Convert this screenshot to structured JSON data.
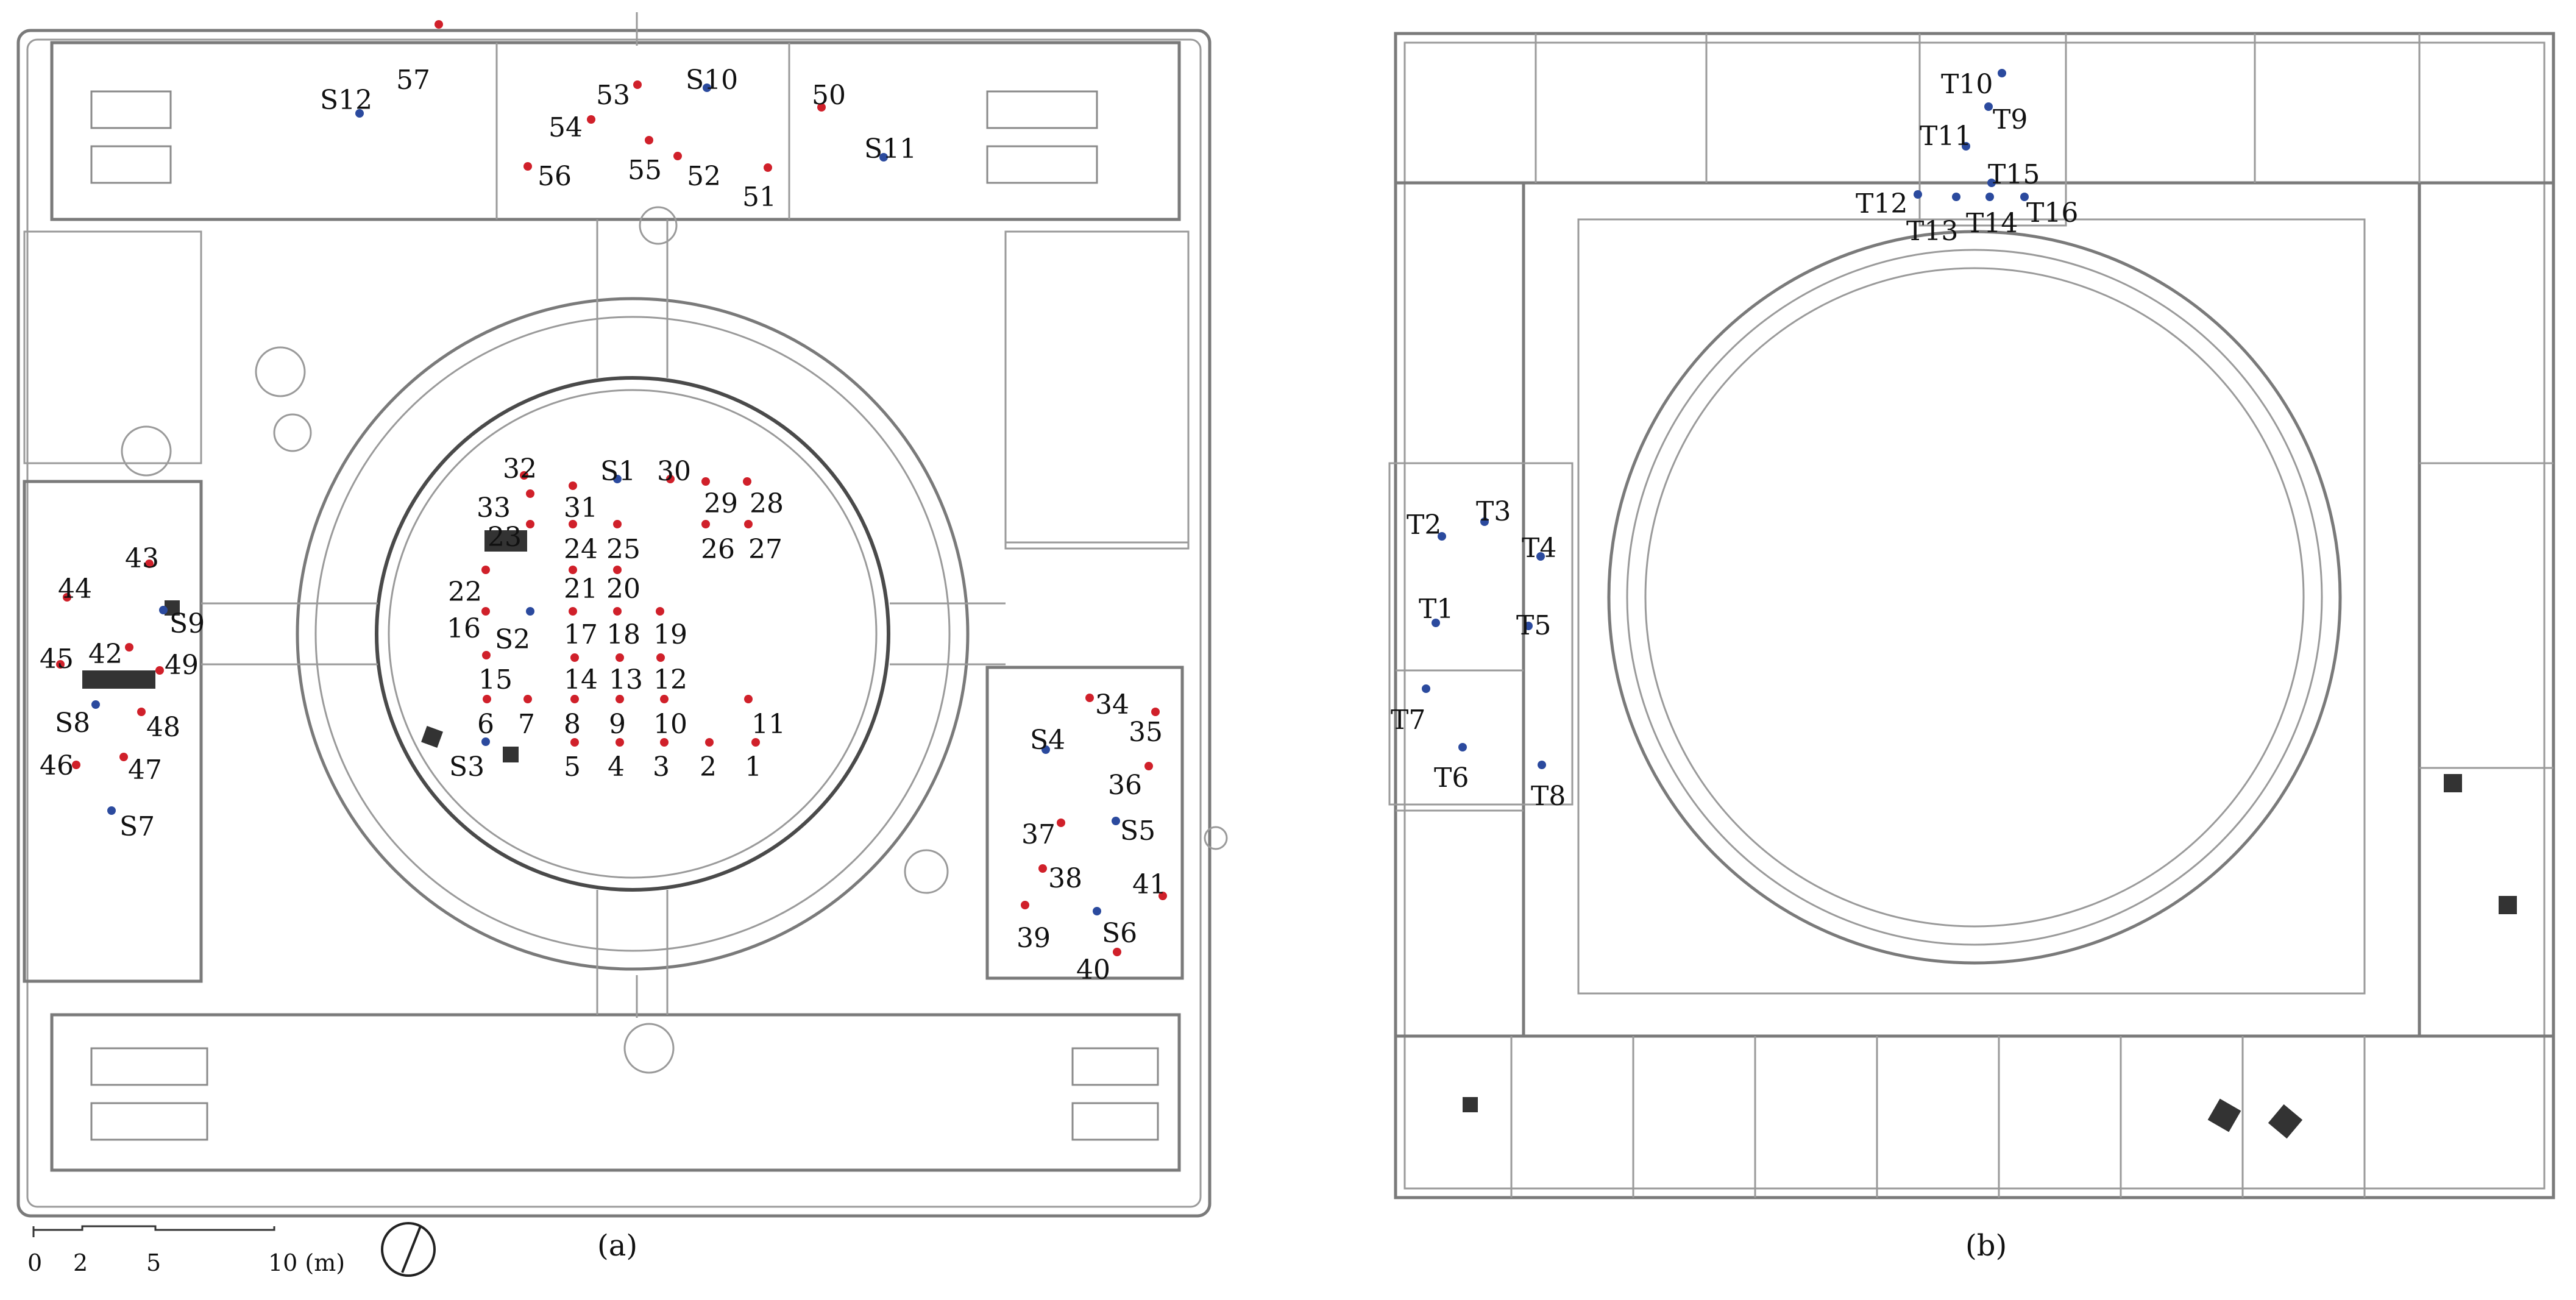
{
  "colors": {
    "sample_point": "#d0202a",
    "station_point": "#2b4a9e",
    "wall": "#7a7a7a"
  },
  "panels": {
    "a": {
      "caption": "(a)"
    },
    "b": {
      "caption": "(b)"
    }
  },
  "scale_bar": {
    "ticks": [
      "0",
      "2",
      "5",
      "10 (m)"
    ]
  },
  "compass": {
    "icon": "north-arrow-icon"
  },
  "points_a": [
    {
      "label": "S1",
      "kind": "station"
    },
    {
      "label": "S2",
      "kind": "station"
    },
    {
      "label": "S3",
      "kind": "station"
    },
    {
      "label": "S4",
      "kind": "station"
    },
    {
      "label": "S5",
      "kind": "station"
    },
    {
      "label": "S6",
      "kind": "station"
    },
    {
      "label": "S7",
      "kind": "station"
    },
    {
      "label": "S8",
      "kind": "station"
    },
    {
      "label": "S9",
      "kind": "station"
    },
    {
      "label": "S10",
      "kind": "station"
    },
    {
      "label": "S11",
      "kind": "station"
    },
    {
      "label": "S12",
      "kind": "station"
    },
    {
      "label": "1",
      "kind": "sample"
    },
    {
      "label": "2",
      "kind": "sample"
    },
    {
      "label": "3",
      "kind": "sample"
    },
    {
      "label": "4",
      "kind": "sample"
    },
    {
      "label": "5",
      "kind": "sample"
    },
    {
      "label": "6",
      "kind": "sample"
    },
    {
      "label": "7",
      "kind": "sample"
    },
    {
      "label": "8",
      "kind": "sample"
    },
    {
      "label": "9",
      "kind": "sample"
    },
    {
      "label": "10",
      "kind": "sample"
    },
    {
      "label": "11",
      "kind": "sample"
    },
    {
      "label": "12",
      "kind": "sample"
    },
    {
      "label": "13",
      "kind": "sample"
    },
    {
      "label": "14",
      "kind": "sample"
    },
    {
      "label": "15",
      "kind": "sample"
    },
    {
      "label": "16",
      "kind": "sample"
    },
    {
      "label": "17",
      "kind": "sample"
    },
    {
      "label": "18",
      "kind": "sample"
    },
    {
      "label": "19",
      "kind": "sample"
    },
    {
      "label": "20",
      "kind": "sample"
    },
    {
      "label": "21",
      "kind": "sample"
    },
    {
      "label": "22",
      "kind": "sample"
    },
    {
      "label": "23",
      "kind": "sample"
    },
    {
      "label": "24",
      "kind": "sample"
    },
    {
      "label": "25",
      "kind": "sample"
    },
    {
      "label": "26",
      "kind": "sample"
    },
    {
      "label": "27",
      "kind": "sample"
    },
    {
      "label": "28",
      "kind": "sample"
    },
    {
      "label": "29",
      "kind": "sample"
    },
    {
      "label": "30",
      "kind": "sample"
    },
    {
      "label": "31",
      "kind": "sample"
    },
    {
      "label": "32",
      "kind": "sample"
    },
    {
      "label": "33",
      "kind": "sample"
    },
    {
      "label": "34",
      "kind": "sample"
    },
    {
      "label": "35",
      "kind": "sample"
    },
    {
      "label": "36",
      "kind": "sample"
    },
    {
      "label": "37",
      "kind": "sample"
    },
    {
      "label": "38",
      "kind": "sample"
    },
    {
      "label": "39",
      "kind": "sample"
    },
    {
      "label": "40",
      "kind": "sample"
    },
    {
      "label": "41",
      "kind": "sample"
    },
    {
      "label": "42",
      "kind": "sample"
    },
    {
      "label": "43",
      "kind": "sample"
    },
    {
      "label": "44",
      "kind": "sample"
    },
    {
      "label": "45",
      "kind": "sample"
    },
    {
      "label": "46",
      "kind": "sample"
    },
    {
      "label": "47",
      "kind": "sample"
    },
    {
      "label": "48",
      "kind": "sample"
    },
    {
      "label": "49",
      "kind": "sample"
    },
    {
      "label": "50",
      "kind": "sample"
    },
    {
      "label": "51",
      "kind": "sample"
    },
    {
      "label": "52",
      "kind": "sample"
    },
    {
      "label": "53",
      "kind": "sample"
    },
    {
      "label": "54",
      "kind": "sample"
    },
    {
      "label": "55",
      "kind": "sample"
    },
    {
      "label": "56",
      "kind": "sample"
    },
    {
      "label": "57",
      "kind": "sample"
    }
  ],
  "points_b": [
    {
      "label": "T1",
      "kind": "station"
    },
    {
      "label": "T2",
      "kind": "station"
    },
    {
      "label": "T3",
      "kind": "station"
    },
    {
      "label": "T4",
      "kind": "station"
    },
    {
      "label": "T5",
      "kind": "station"
    },
    {
      "label": "T6",
      "kind": "station"
    },
    {
      "label": "T7",
      "kind": "station"
    },
    {
      "label": "T8",
      "kind": "station"
    },
    {
      "label": "T9",
      "kind": "station"
    },
    {
      "label": "T10",
      "kind": "station"
    },
    {
      "label": "T11",
      "kind": "station"
    },
    {
      "label": "T12",
      "kind": "station"
    },
    {
      "label": "T13",
      "kind": "station"
    },
    {
      "label": "T14",
      "kind": "station"
    },
    {
      "label": "T15",
      "kind": "station"
    },
    {
      "label": "T16",
      "kind": "station"
    }
  ]
}
